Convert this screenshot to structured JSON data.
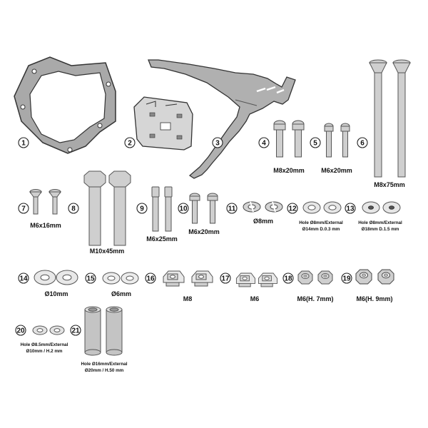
{
  "numbers": [
    "1",
    "2",
    "3",
    "4",
    "5",
    "6",
    "7",
    "8",
    "9",
    "10",
    "11",
    "12",
    "13",
    "14",
    "15",
    "16",
    "17",
    "18",
    "19",
    "20",
    "21"
  ],
  "labels": {
    "p4": "M8x20mm",
    "p5": "M6x20mm",
    "p6": "M8x75mm",
    "p7": "M6x16mm",
    "p8": "M10x45mm",
    "p9": "M6x25mm",
    "p10": "M6x20mm",
    "p11": "Ø8mm",
    "p12_line1": "Hole Ø8mm/External",
    "p12_line2": "Ø14mm D.0.3 mm",
    "p13_line1": "Hole Ø8mm/External",
    "p13_line2": "Ø18mm D.1.5 mm",
    "p14": "Ø10mm",
    "p15": "Ø6mm",
    "p16": "M8",
    "p17": "M6",
    "p18": "M6(H. 7mm)",
    "p19": "M6(H. 9mm)",
    "p20_line1": "Hole Ø8.5mm/External",
    "p20_line2": "Ø10mm / H.2 mm",
    "p21_line1": "Hole Ø16mm/External",
    "p21_line2": "Ø20mm / H.50 mm"
  },
  "colors": {
    "line": "#222222",
    "part_fill": "#cfcfcf",
    "part_dark": "#9a9a9a"
  },
  "icons": [
    "plate-bracket-icon",
    "adapter-plate-icon",
    "rack-arm-icon",
    "bolt-icon",
    "washer-icon",
    "cage-nut-icon",
    "lock-nut-icon",
    "spacer-tube-icon"
  ]
}
